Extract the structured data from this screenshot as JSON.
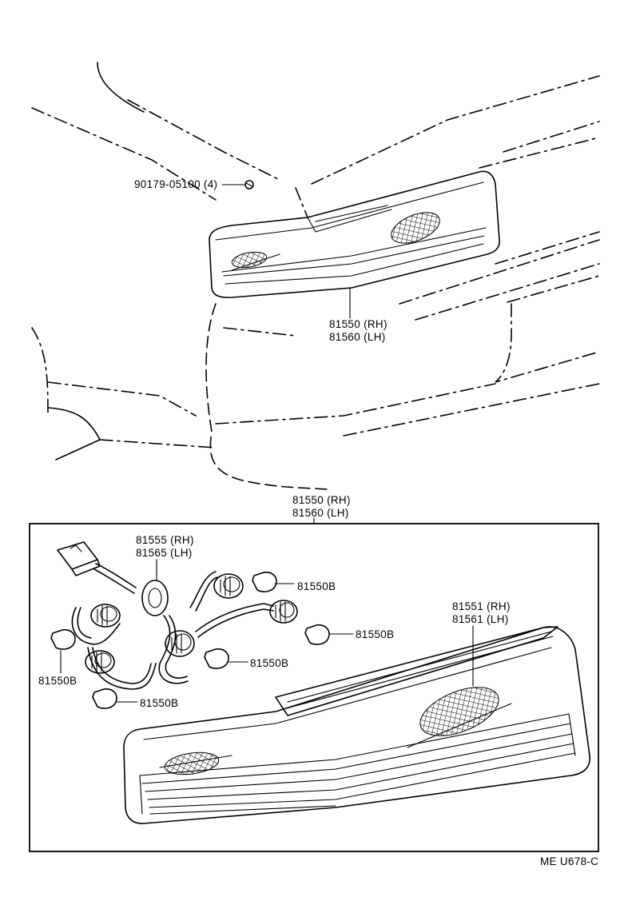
{
  "diagram": {
    "top_labels": {
      "bolt": "90179-05100 (4)",
      "lamp_rh": "81550 (RH)",
      "lamp_lh": "81560 (LH)"
    },
    "box_labels": {
      "assembly_rh": "81550 (RH)",
      "assembly_lh": "81560 (LH)",
      "socket_rh": "81555 (RH)",
      "socket_lh": "81565 (LH)",
      "bulb_1": "81550B",
      "bulb_2": "81550B",
      "bulb_3": "81550B",
      "bulb_4": "81550B",
      "bulb_5": "81550B",
      "lens_rh": "81551 (RH)",
      "lens_lh": "81561 (LH)"
    },
    "footer_code": "ME  U678-C"
  }
}
